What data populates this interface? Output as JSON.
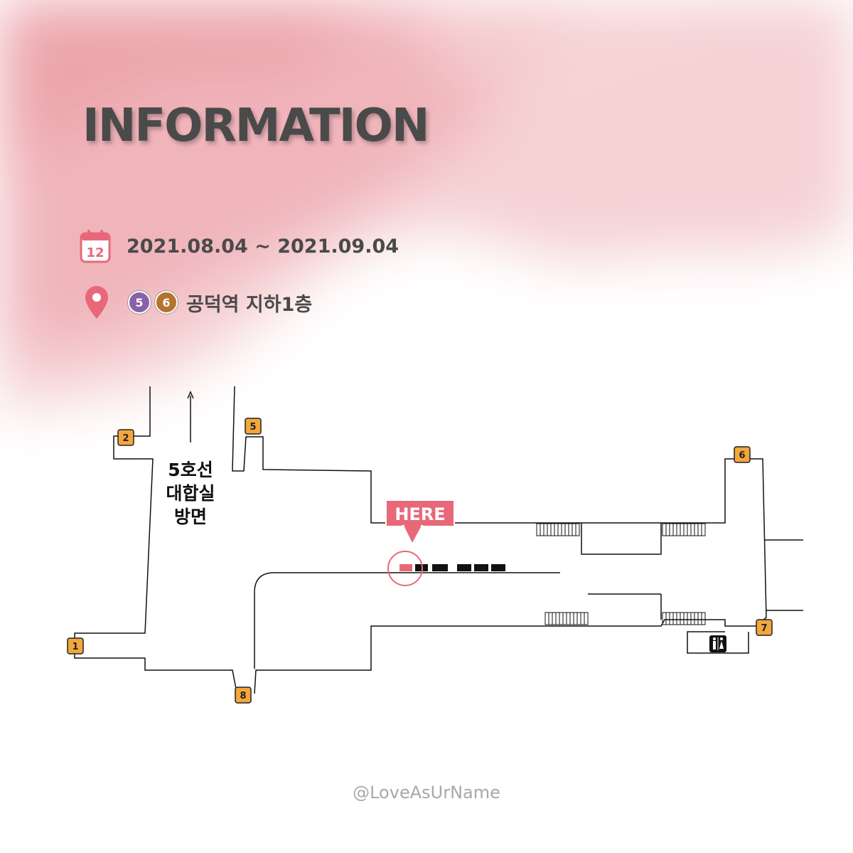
{
  "title": "INFORMATION",
  "date_icon": {
    "name": "calendar-icon",
    "day": "12",
    "color": "#e8687a"
  },
  "date_range": "2021.08.04 ~ 2021.09.04",
  "location": {
    "pin_icon": "map-pin-icon",
    "pin_color": "#e8687a",
    "lines": [
      {
        "label": "5",
        "color": "#8b60a8"
      },
      {
        "label": "6",
        "color": "#b5732d"
      }
    ],
    "text": "공덕역 지하1층"
  },
  "map": {
    "exits": [
      "1",
      "2",
      "5",
      "6",
      "7",
      "8"
    ],
    "direction_label": [
      "5호선",
      "대합실",
      "방면"
    ],
    "here_label": "HERE",
    "here_color": "#e8687a",
    "exit_color": "#f2a73b",
    "restroom_icon": "restroom-icon"
  },
  "footer": "@LoveAsUrName"
}
